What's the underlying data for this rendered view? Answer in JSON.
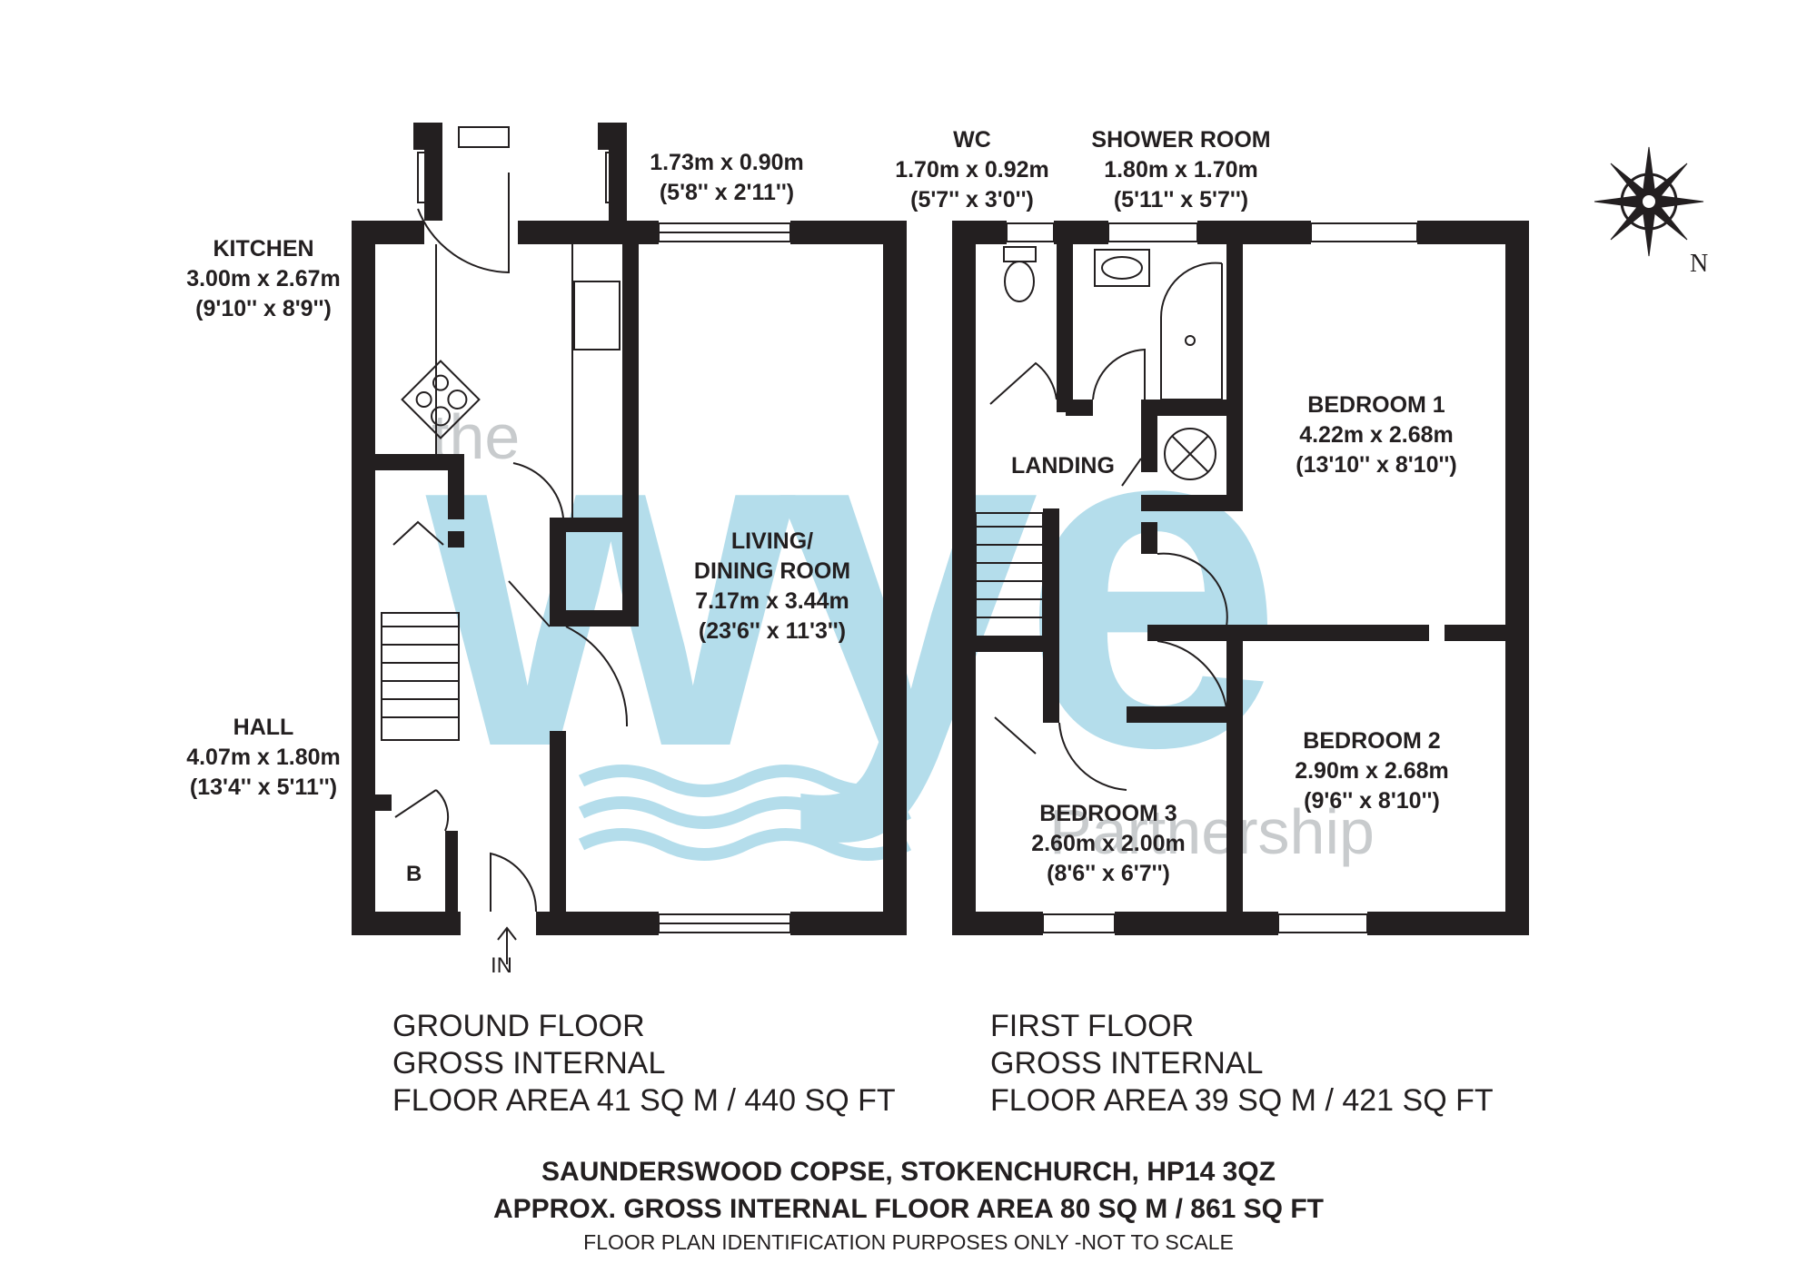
{
  "ground_floor": {
    "kitchen": {
      "name": "KITCHEN",
      "metric": "3.00m x 2.67m",
      "imperial": "(9'10'' x 8'9'')"
    },
    "porch": {
      "metric": "1.73m x 0.90m",
      "imperial": "(5'8'' x 2'11'')"
    },
    "living": {
      "name_line1": "LIVING/",
      "name_line2": "DINING ROOM",
      "metric": "7.17m x 3.44m",
      "imperial": "(23'6'' x 11'3'')"
    },
    "hall": {
      "name": "HALL",
      "metric": "4.07m x 1.80m",
      "imperial": "(13'4'' x 5'11'')"
    },
    "boiler_label": "B",
    "entrance_label": "IN",
    "summary": [
      "GROUND FLOOR",
      "GROSS INTERNAL",
      "FLOOR AREA 41 SQ M / 440 SQ FT"
    ]
  },
  "first_floor": {
    "wc": {
      "name": "WC",
      "metric": "1.70m x 0.92m",
      "imperial": "(5'7'' x 3'0'')"
    },
    "shower": {
      "name": "SHOWER ROOM",
      "metric": "1.80m x 1.70m",
      "imperial": "(5'11'' x 5'7'')"
    },
    "landing": {
      "name": "LANDING"
    },
    "bedroom1": {
      "name": "BEDROOM 1",
      "metric": "4.22m x 2.68m",
      "imperial": "(13'10'' x 8'10'')"
    },
    "bedroom2": {
      "name": "BEDROOM 2",
      "metric": "2.90m x 2.68m",
      "imperial": "(9'6'' x 8'10'')"
    },
    "bedroom3": {
      "name": "BEDROOM 3",
      "metric": "2.60m x 2.00m",
      "imperial": "(8'6'' x 6'7'')"
    },
    "summary": [
      "FIRST FLOOR",
      "GROSS INTERNAL",
      "FLOOR AREA 39 SQ M / 421 SQ FT"
    ]
  },
  "compass_label": "N",
  "watermark": {
    "the": "the",
    "brand": "wye",
    "partnership": "Partnership"
  },
  "address": "SAUNDERSWOOD COPSE, STOKENCHURCH, HP14 3QZ",
  "total_area": "APPROX. GROSS INTERNAL FLOOR AREA 80 SQ M / 861 SQ FT",
  "disclaimer": "FLOOR PLAN IDENTIFICATION PURPOSES ONLY -NOT TO SCALE",
  "colors": {
    "wall": "#231f20",
    "watermark": "#a8d8e8",
    "background": "#ffffff"
  }
}
